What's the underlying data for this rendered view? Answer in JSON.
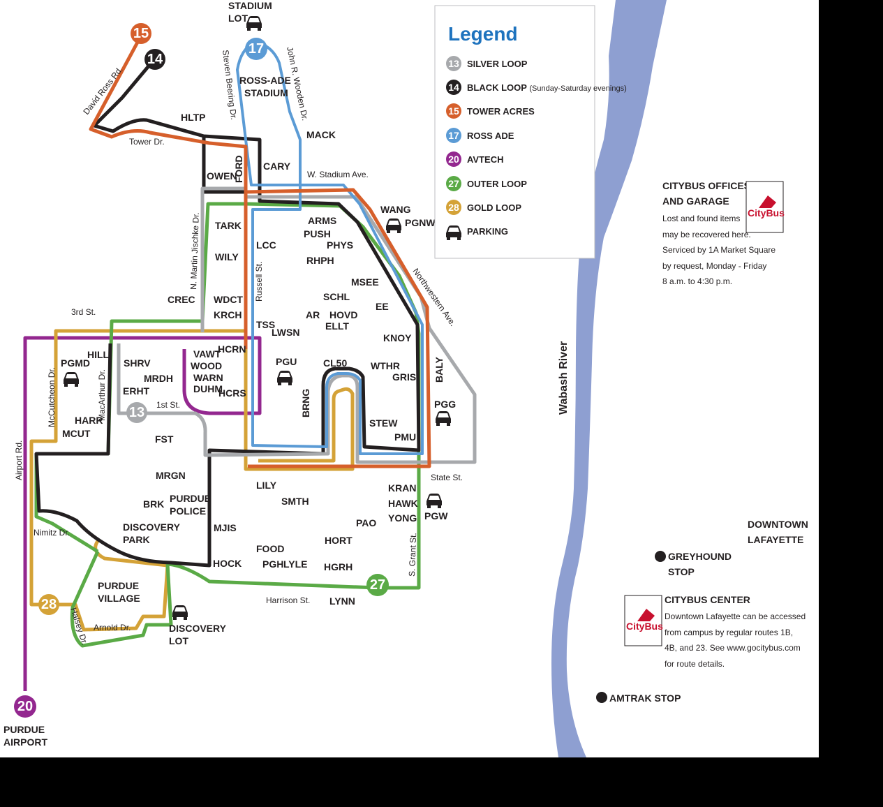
{
  "legend": {
    "title": "Legend",
    "items": [
      {
        "number": "13",
        "label": "SILVER LOOP",
        "note": "",
        "color": "#a7a9ac"
      },
      {
        "number": "14",
        "label": "BLACK LOOP",
        "note": "(Sunday-Saturday evenings)",
        "color": "#231f20"
      },
      {
        "number": "15",
        "label": "TOWER ACRES",
        "note": "",
        "color": "#d65f2b"
      },
      {
        "number": "17",
        "label": "ROSS ADE",
        "note": "",
        "color": "#5b9bd5"
      },
      {
        "number": "20",
        "label": "AVTECH",
        "note": "",
        "color": "#93278f"
      },
      {
        "number": "27",
        "label": "OUTER LOOP",
        "note": "",
        "color": "#5aaa46"
      },
      {
        "number": "28",
        "label": "GOLD LOOP",
        "note": "",
        "color": "#d4a237"
      }
    ],
    "parking_label": "PARKING"
  },
  "route_badges": {
    "r13": "13",
    "r14": "14",
    "r15": "15",
    "r17": "17",
    "r20": "20",
    "r27": "27",
    "r28": "28"
  },
  "buildings": {
    "stadium_lot_1": "STADIUM",
    "stadium_lot_2": "LOT",
    "ross_ade_1": "ROSS-ADE",
    "ross_ade_2": "STADIUM",
    "hltp": "HLTP",
    "mack": "MACK",
    "cary": "CARY",
    "owen": "OWEN",
    "ford": "FORD",
    "wang": "WANG",
    "pgnw": "PGNW",
    "tark": "TARK",
    "arms": "ARMS",
    "push": "PUSH",
    "phys": "PHYS",
    "lcc": "LCC",
    "wily": "WILY",
    "rhph": "RHPH",
    "msee": "MSEE",
    "crec": "CREC",
    "wdct": "WDCT",
    "krch": "KRCH",
    "schl": "SCHL",
    "ee": "EE",
    "ar": "AR",
    "hovd": "HOVD",
    "ellt": "ELLT",
    "tss": "TSS",
    "lwsn": "LWSN",
    "knoy": "KNOY",
    "hill": "HILL",
    "pgmd": "PGMD",
    "shrv": "SHRV",
    "vawt": "VAWT",
    "hcrn": "HCRN",
    "wood": "WOOD",
    "warn": "WARN",
    "duhm": "DUHM",
    "hcrs": "HCRS",
    "pgu": "PGU",
    "cl50": "CL50",
    "wthr": "WTHR",
    "gris": "GRIS",
    "baly": "BALY",
    "mrdh": "MRDH",
    "erht": "ERHT",
    "brng": "BRNG",
    "pgg": "PGG",
    "harr": "HARR",
    "mcut": "MCUT",
    "fst": "FST",
    "stew": "STEW",
    "pmu": "PMU",
    "mrgn": "MRGN",
    "lily": "LILY",
    "kran": "KRAN",
    "smth": "SMTH",
    "hawk": "HAWK",
    "brk": "BRK",
    "purdue_police_1": "PURDUE",
    "purdue_police_2": "POLICE",
    "pgw": "PGW",
    "yong": "YONG",
    "discovery_park_1": "DISCOVERY",
    "discovery_park_2": "PARK",
    "mjis": "MJIS",
    "pao": "PAO",
    "hort": "HORT",
    "food": "FOOD",
    "hock": "HOCK",
    "pgh": "PGH",
    "lyle": "LYLE",
    "hgrh": "HGRH",
    "purdue_village_1": "PURDUE",
    "purdue_village_2": "VILLAGE",
    "lynn": "LYNN",
    "discovery_lot_1": "DISCOVERY",
    "discovery_lot_2": "LOT",
    "purdue_airport_1": "PURDUE",
    "purdue_airport_2": "AIRPORT"
  },
  "streets": {
    "david_ross": "David Ross Rd.",
    "tower": "Tower Dr.",
    "steven_beering": "Steven Beering Dr.",
    "john_wooden": "John R. Wooden Dr.",
    "w_stadium": "W. Stadium Ave.",
    "martin_jischke": "N. Martin Jischke Dr.",
    "russell": "Russell St.",
    "northwestern": "Northwestern Ave.",
    "third": "3rd St.",
    "mccutcheon": "McCutcheon Dr.",
    "macarthur": "MacArthur Dr.",
    "first": "1st St.",
    "airport": "Airport Rd.",
    "state": "State St.",
    "nimitz": "Nimitz Dr.",
    "grant": "S. Grant St.",
    "harrison": "Harrison St.",
    "halsey": "Halsey Dr.",
    "arnold": "Arnold Dr."
  },
  "river": {
    "label": "Wabash River",
    "color": "#8e9fd1"
  },
  "citybus_offices": {
    "heading_1": "CITYBUS OFFICES",
    "heading_2": "AND GARAGE",
    "lines": [
      "Lost and found items",
      "may be recovered here.",
      "Serviced by 1A Market Square",
      "by request, Monday - Friday",
      "8 a.m. to 4:30 p.m."
    ]
  },
  "downtown": {
    "line_1": "DOWNTOWN",
    "line_2": "LAFAYETTE"
  },
  "greyhound": {
    "line_1": "GREYHOUND",
    "line_2": "STOP"
  },
  "citybus_center": {
    "heading": "CITYBUS CENTER",
    "lines": [
      "Downtown Lafayette can be accessed",
      "from campus by regular routes 1B,",
      "4B, and 23. See www.gocitybus.com",
      "for route details."
    ]
  },
  "amtrak": {
    "label": "AMTRAK STOP"
  },
  "logo": {
    "text": "CityBus"
  }
}
